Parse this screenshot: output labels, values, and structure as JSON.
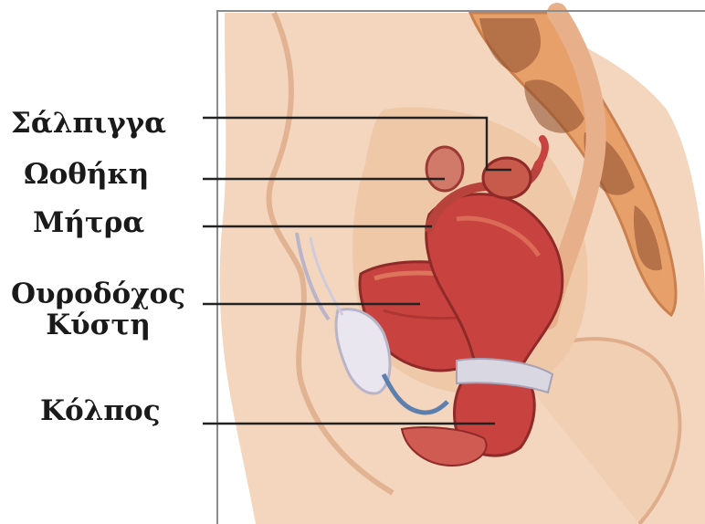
{
  "labels": {
    "fallopian_tube": "Σάλπιγγα",
    "ovary": "Ωοθήκη",
    "uterus": "Μήτρα",
    "bladder_line1": "Ουροδόχος",
    "bladder_line2": "Κύστη",
    "vagina": "Κόλπος"
  },
  "colors": {
    "skin": "#f3d6bd",
    "skin_shadow": "#e7b796",
    "organ": "#c8433f",
    "organ_dark": "#a3302e",
    "bone": "#e8a06a",
    "bone_marrow": "#8b4a2a",
    "tissue_light": "#e9e6f0",
    "leader_line": "#222222"
  }
}
